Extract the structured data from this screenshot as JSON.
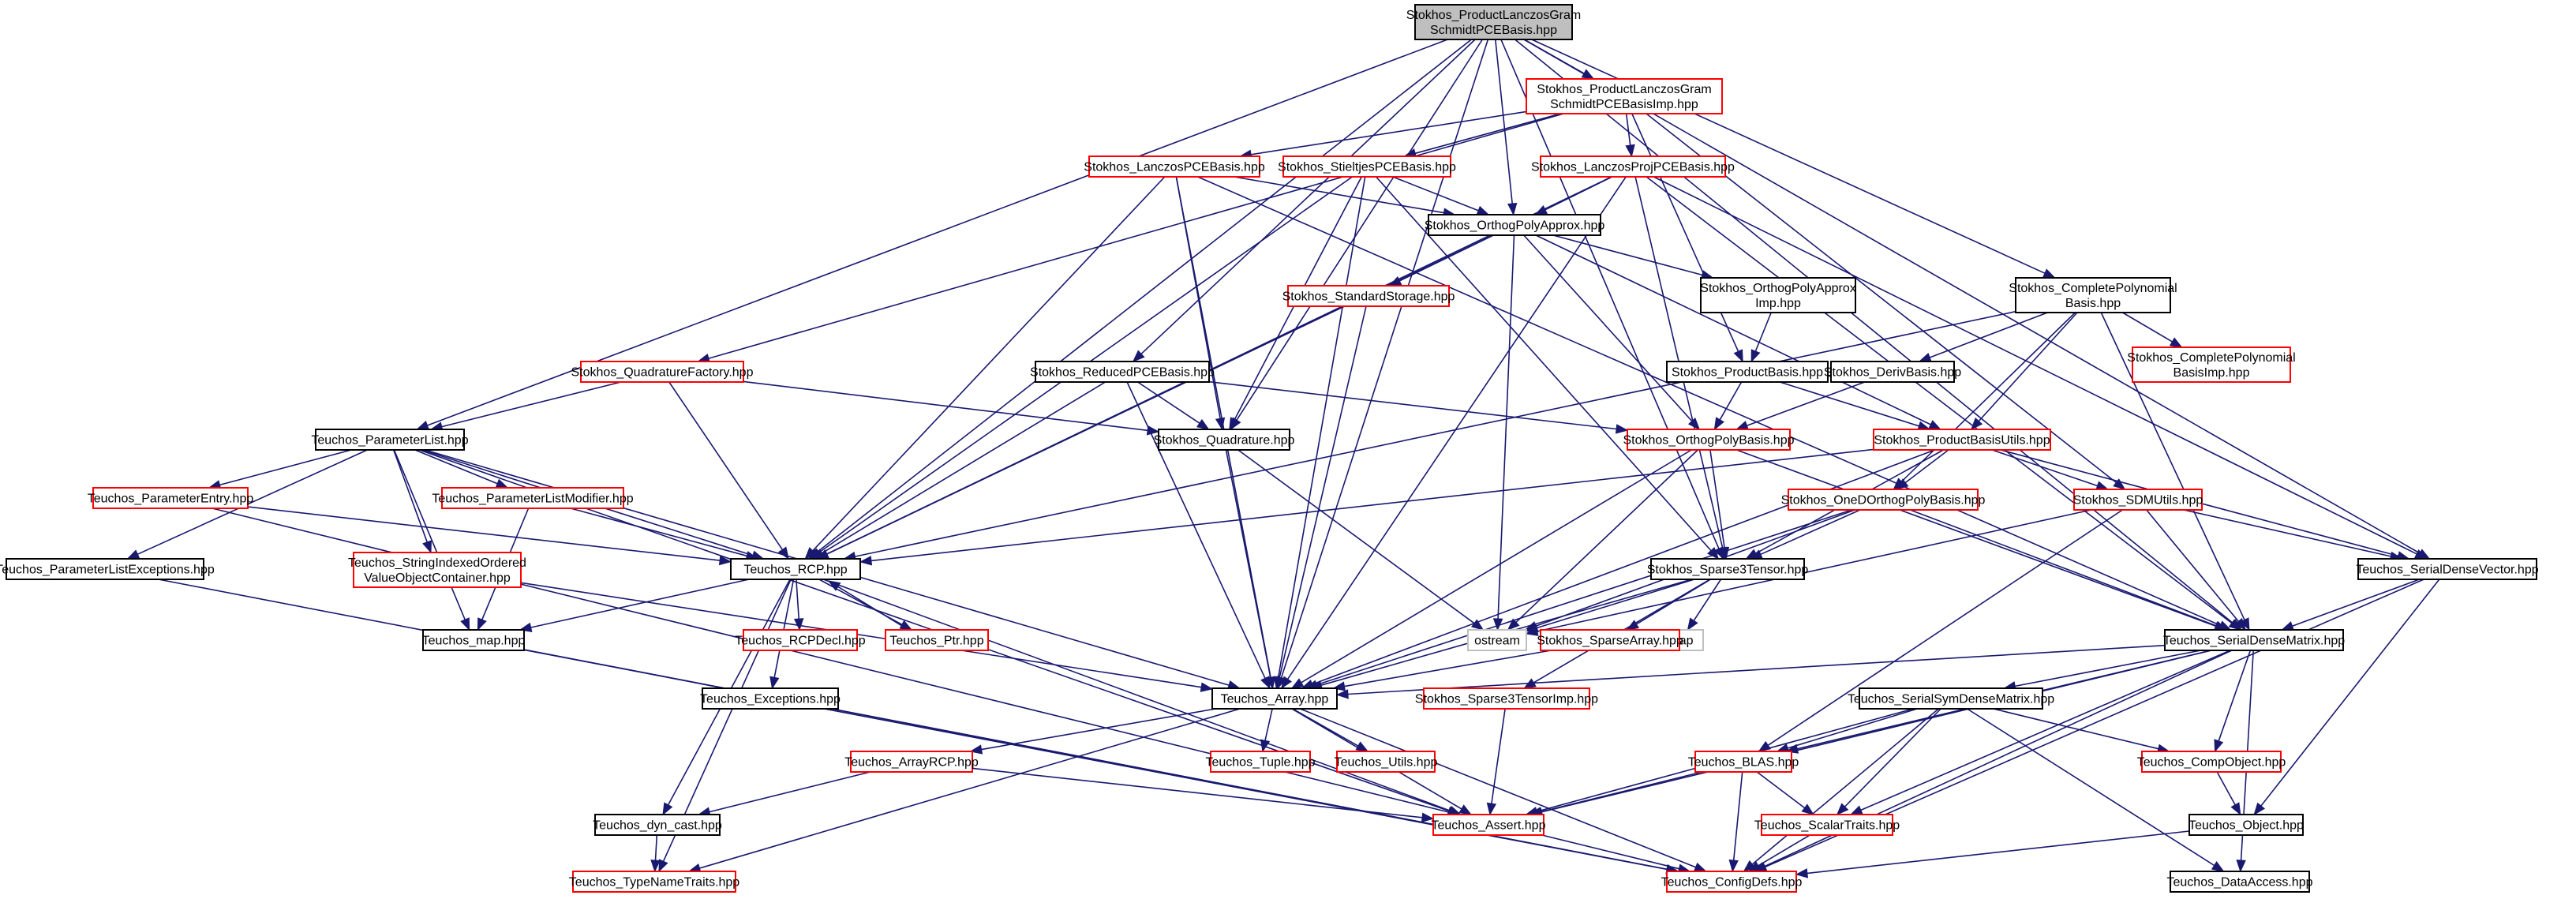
{
  "colors": {
    "edge": "#191970",
    "node_border_default": "#000000",
    "node_border_truncated": "#ff0000",
    "node_border_system": "#bfbfbf",
    "root_fill": "#bfbfbf"
  },
  "graph": {
    "nodes": [
      {
        "id": "root",
        "lines": [
          "Stokhos_ProductLanczosGram",
          "SchmidtPCEBasis.hpp"
        ],
        "kind": "root"
      },
      {
        "id": "imp",
        "lines": [
          "Stokhos_ProductLanczosGram",
          "SchmidtPCEBasisImp.hpp"
        ],
        "kind": "red"
      },
      {
        "id": "lanczosPCE",
        "lines": [
          "Stokhos_LanczosPCEBasis.hpp"
        ],
        "kind": "red"
      },
      {
        "id": "stieltjes",
        "lines": [
          "Stokhos_StieltjesPCEBasis.hpp"
        ],
        "kind": "red"
      },
      {
        "id": "lanczosProj",
        "lines": [
          "Stokhos_LanczosProjPCEBasis.hpp"
        ],
        "kind": "red"
      },
      {
        "id": "orthogApprox",
        "lines": [
          "Stokhos_OrthogPolyApprox.hpp"
        ],
        "kind": "black"
      },
      {
        "id": "stdStorage",
        "lines": [
          "Stokhos_StandardStorage.hpp"
        ],
        "kind": "red"
      },
      {
        "id": "orthogApproxImp",
        "lines": [
          "Stokhos_OrthogPolyApprox",
          "Imp.hpp"
        ],
        "kind": "black"
      },
      {
        "id": "completePoly",
        "lines": [
          "Stokhos_CompletePolynomial",
          "Basis.hpp"
        ],
        "kind": "black"
      },
      {
        "id": "completePolyImp",
        "lines": [
          "Stokhos_CompletePolynomial",
          "BasisImp.hpp"
        ],
        "kind": "red"
      },
      {
        "id": "quadFactory",
        "lines": [
          "Stokhos_QuadratureFactory.hpp"
        ],
        "kind": "red"
      },
      {
        "id": "reducedPCE",
        "lines": [
          "Stokhos_ReducedPCEBasis.hpp"
        ],
        "kind": "black"
      },
      {
        "id": "productBasis",
        "lines": [
          "Stokhos_ProductBasis.hpp"
        ],
        "kind": "black"
      },
      {
        "id": "derivBasis",
        "lines": [
          "Stokhos_DerivBasis.hpp"
        ],
        "kind": "black"
      },
      {
        "id": "paramList",
        "lines": [
          "Teuchos_ParameterList.hpp"
        ],
        "kind": "black"
      },
      {
        "id": "quadrature",
        "lines": [
          "Stokhos_Quadrature.hpp"
        ],
        "kind": "black"
      },
      {
        "id": "orthogPolyBasis",
        "lines": [
          "Stokhos_OrthogPolyBasis.hpp"
        ],
        "kind": "red"
      },
      {
        "id": "productBasisUtils",
        "lines": [
          "Stokhos_ProductBasisUtils.hpp"
        ],
        "kind": "red"
      },
      {
        "id": "paramEntry",
        "lines": [
          "Teuchos_ParameterEntry.hpp"
        ],
        "kind": "red"
      },
      {
        "id": "paramListMod",
        "lines": [
          "Teuchos_ParameterListModifier.hpp"
        ],
        "kind": "red"
      },
      {
        "id": "oneDOrthog",
        "lines": [
          "Stokhos_OneDOrthogPolyBasis.hpp"
        ],
        "kind": "red"
      },
      {
        "id": "sdmUtils",
        "lines": [
          "Stokhos_SDMUtils.hpp"
        ],
        "kind": "red"
      },
      {
        "id": "paramListExc",
        "lines": [
          "Teuchos_ParameterListExceptions.hpp"
        ],
        "kind": "black"
      },
      {
        "id": "stringIndexed",
        "lines": [
          "Teuchos_StringIndexedOrdered",
          "ValueObjectContainer.hpp"
        ],
        "kind": "red"
      },
      {
        "id": "rcp",
        "lines": [
          "Teuchos_RCP.hpp"
        ],
        "kind": "black"
      },
      {
        "id": "sparse3",
        "lines": [
          "Stokhos_Sparse3Tensor.hpp"
        ],
        "kind": "black"
      },
      {
        "id": "serialDenseVector",
        "lines": [
          "Teuchos_SerialDenseVector.hpp"
        ],
        "kind": "black"
      },
      {
        "id": "map",
        "lines": [
          "Teuchos_map.hpp"
        ],
        "kind": "black"
      },
      {
        "id": "rcpDecl",
        "lines": [
          "Teuchos_RCPDecl.hpp"
        ],
        "kind": "red"
      },
      {
        "id": "ptr",
        "lines": [
          "Teuchos_Ptr.hpp"
        ],
        "kind": "red"
      },
      {
        "id": "ostream",
        "lines": [
          "ostream"
        ],
        "kind": "gray"
      },
      {
        "id": "stdmap",
        "lines": [
          "map"
        ],
        "kind": "gray"
      },
      {
        "id": "sparseArray",
        "lines": [
          "Stokhos_SparseArray.hpp"
        ],
        "kind": "red"
      },
      {
        "id": "serialDenseMatrix",
        "lines": [
          "Teuchos_SerialDenseMatrix.hpp"
        ],
        "kind": "black"
      },
      {
        "id": "exceptions",
        "lines": [
          "Teuchos_Exceptions.hpp"
        ],
        "kind": "black"
      },
      {
        "id": "array",
        "lines": [
          "Teuchos_Array.hpp"
        ],
        "kind": "black"
      },
      {
        "id": "sparse3Imp",
        "lines": [
          "Stokhos_Sparse3TensorImp.hpp"
        ],
        "kind": "red"
      },
      {
        "id": "serialSym",
        "lines": [
          "Teuchos_SerialSymDenseMatrix.hpp"
        ],
        "kind": "black"
      },
      {
        "id": "arrayRCP",
        "lines": [
          "Teuchos_ArrayRCP.hpp"
        ],
        "kind": "red"
      },
      {
        "id": "tuple",
        "lines": [
          "Teuchos_Tuple.hpp"
        ],
        "kind": "red"
      },
      {
        "id": "utils",
        "lines": [
          "Teuchos_Utils.hpp"
        ],
        "kind": "red"
      },
      {
        "id": "blas",
        "lines": [
          "Teuchos_BLAS.hpp"
        ],
        "kind": "red"
      },
      {
        "id": "compObject",
        "lines": [
          "Teuchos_CompObject.hpp"
        ],
        "kind": "red"
      },
      {
        "id": "dynCast",
        "lines": [
          "Teuchos_dyn_cast.hpp"
        ],
        "kind": "black"
      },
      {
        "id": "assert",
        "lines": [
          "Teuchos_Assert.hpp"
        ],
        "kind": "red"
      },
      {
        "id": "scalarTraits",
        "lines": [
          "Teuchos_ScalarTraits.hpp"
        ],
        "kind": "red"
      },
      {
        "id": "object",
        "lines": [
          "Teuchos_Object.hpp"
        ],
        "kind": "black"
      },
      {
        "id": "typeNameTraits",
        "lines": [
          "Teuchos_TypeNameTraits.hpp"
        ],
        "kind": "red"
      },
      {
        "id": "configDefs",
        "lines": [
          "Teuchos_ConfigDefs.hpp"
        ],
        "kind": "red"
      },
      {
        "id": "dataAccess",
        "lines": [
          "Teuchos_DataAccess.hpp"
        ],
        "kind": "black"
      }
    ],
    "edges": [
      [
        "root",
        "imp"
      ],
      [
        "root",
        "orthogApprox"
      ],
      [
        "root",
        "completePoly"
      ],
      [
        "root",
        "reducedPCE"
      ],
      [
        "root",
        "paramList"
      ],
      [
        "root",
        "rcp"
      ],
      [
        "root",
        "array"
      ],
      [
        "root",
        "serialDenseVector"
      ],
      [
        "root",
        "serialDenseMatrix"
      ],
      [
        "root",
        "quadrature"
      ],
      [
        "root",
        "sparse3"
      ],
      [
        "imp",
        "lanczosPCE"
      ],
      [
        "imp",
        "stieltjes"
      ],
      [
        "imp",
        "lanczosProj"
      ],
      [
        "imp",
        "quadFactory"
      ],
      [
        "imp",
        "productBasis"
      ],
      [
        "imp",
        "sdmUtils"
      ],
      [
        "lanczosPCE",
        "orthogApprox"
      ],
      [
        "lanczosPCE",
        "rcp"
      ],
      [
        "lanczosPCE",
        "quadrature"
      ],
      [
        "lanczosPCE",
        "serialDenseMatrix"
      ],
      [
        "lanczosPCE",
        "array"
      ],
      [
        "stieltjes",
        "orthogApprox"
      ],
      [
        "stieltjes",
        "rcp"
      ],
      [
        "stieltjes",
        "quadrature"
      ],
      [
        "stieltjes",
        "sparse3"
      ],
      [
        "stieltjes",
        "array"
      ],
      [
        "lanczosProj",
        "orthogApprox"
      ],
      [
        "lanczosProj",
        "sparse3"
      ],
      [
        "lanczosProj",
        "rcp"
      ],
      [
        "lanczosProj",
        "serialDenseMatrix"
      ],
      [
        "lanczosProj",
        "serialDenseVector"
      ],
      [
        "lanczosProj",
        "array"
      ],
      [
        "orthogApprox",
        "stdStorage"
      ],
      [
        "orthogApprox",
        "orthogApproxImp"
      ],
      [
        "orthogApprox",
        "orthogPolyBasis"
      ],
      [
        "orthogApprox",
        "rcp"
      ],
      [
        "orthogApprox",
        "ostream"
      ],
      [
        "orthogApprox",
        "productBasisUtils"
      ],
      [
        "stdStorage",
        "array"
      ],
      [
        "orthogApproxImp",
        "productBasis"
      ],
      [
        "completePoly",
        "completePolyImp"
      ],
      [
        "completePoly",
        "productBasisUtils"
      ],
      [
        "completePoly",
        "derivBasis"
      ],
      [
        "completePoly",
        "oneDOrthog"
      ],
      [
        "completePoly",
        "rcp"
      ],
      [
        "completePoly",
        "serialDenseMatrix"
      ],
      [
        "quadFactory",
        "paramList"
      ],
      [
        "quadFactory",
        "quadrature"
      ],
      [
        "quadFactory",
        "rcp"
      ],
      [
        "reducedPCE",
        "quadrature"
      ],
      [
        "reducedPCE",
        "orthogPolyBasis"
      ],
      [
        "reducedPCE",
        "rcp"
      ],
      [
        "reducedPCE",
        "array"
      ],
      [
        "productBasis",
        "orthogPolyBasis"
      ],
      [
        "productBasis",
        "productBasisUtils"
      ],
      [
        "derivBasis",
        "orthogPolyBasis"
      ],
      [
        "paramList",
        "paramEntry"
      ],
      [
        "paramList",
        "paramListMod"
      ],
      [
        "paramList",
        "paramListExc"
      ],
      [
        "paramList",
        "stringIndexed"
      ],
      [
        "paramList",
        "rcp"
      ],
      [
        "paramList",
        "map"
      ],
      [
        "paramList",
        "array"
      ],
      [
        "paramList",
        "assert"
      ],
      [
        "quadrature",
        "array"
      ],
      [
        "quadrature",
        "ostream"
      ],
      [
        "orthogPolyBasis",
        "sparse3"
      ],
      [
        "orthogPolyBasis",
        "ostream"
      ],
      [
        "orthogPolyBasis",
        "array"
      ],
      [
        "orthogPolyBasis",
        "serialDenseMatrix"
      ],
      [
        "productBasisUtils",
        "oneDOrthog"
      ],
      [
        "productBasisUtils",
        "sparse3"
      ],
      [
        "productBasisUtils",
        "sdmUtils"
      ],
      [
        "productBasisUtils",
        "serialDenseVector"
      ],
      [
        "productBasisUtils",
        "rcp"
      ],
      [
        "productBasisUtils",
        "array"
      ],
      [
        "paramEntry",
        "rcp"
      ],
      [
        "paramEntry",
        "configDefs"
      ],
      [
        "paramListMod",
        "rcp"
      ],
      [
        "paramListMod",
        "map"
      ],
      [
        "oneDOrthog",
        "sparse3"
      ],
      [
        "oneDOrthog",
        "serialDenseMatrix"
      ],
      [
        "oneDOrthog",
        "ostream"
      ],
      [
        "oneDOrthog",
        "array"
      ],
      [
        "sdmUtils",
        "serialDenseMatrix"
      ],
      [
        "sdmUtils",
        "serialDenseVector"
      ],
      [
        "sdmUtils",
        "ostream"
      ],
      [
        "sdmUtils",
        "blas"
      ],
      [
        "paramListExc",
        "configDefs"
      ],
      [
        "stringIndexed",
        "array"
      ],
      [
        "rcp",
        "rcpDecl"
      ],
      [
        "rcp",
        "ptr"
      ],
      [
        "rcp",
        "exceptions"
      ],
      [
        "rcp",
        "dynCast"
      ],
      [
        "rcp",
        "map"
      ],
      [
        "rcp",
        "typeNameTraits"
      ],
      [
        "rcp",
        "assert"
      ],
      [
        "ptr",
        "rcp"
      ],
      [
        "sparse3",
        "ostream"
      ],
      [
        "sparse3",
        "stdmap"
      ],
      [
        "sparse3",
        "sparseArray"
      ],
      [
        "sparse3",
        "sparse3Imp"
      ],
      [
        "sparse3",
        "array"
      ],
      [
        "serialDenseVector",
        "serialDenseMatrix"
      ],
      [
        "serialDenseVector",
        "object"
      ],
      [
        "serialDenseVector",
        "configDefs"
      ],
      [
        "map",
        "configDefs"
      ],
      [
        "sparseArray",
        "array"
      ],
      [
        "sparse3Imp",
        "assert"
      ],
      [
        "serialDenseMatrix",
        "serialSym"
      ],
      [
        "serialDenseMatrix",
        "compObject"
      ],
      [
        "serialDenseMatrix",
        "blas"
      ],
      [
        "serialDenseMatrix",
        "scalarTraits"
      ],
      [
        "serialDenseMatrix",
        "dataAccess"
      ],
      [
        "serialDenseMatrix",
        "configDefs"
      ],
      [
        "serialDenseMatrix",
        "array"
      ],
      [
        "serialDenseMatrix",
        "assert"
      ],
      [
        "exceptions",
        "configDefs"
      ],
      [
        "array",
        "arrayRCP"
      ],
      [
        "array",
        "tuple"
      ],
      [
        "array",
        "utils"
      ],
      [
        "array",
        "assert"
      ],
      [
        "array",
        "typeNameTraits"
      ],
      [
        "array",
        "configDefs"
      ],
      [
        "serialSym",
        "compObject"
      ],
      [
        "serialSym",
        "blas"
      ],
      [
        "serialSym",
        "scalarTraits"
      ],
      [
        "serialSym",
        "dataAccess"
      ],
      [
        "serialSym",
        "configDefs"
      ],
      [
        "serialSym",
        "assert"
      ],
      [
        "arrayRCP",
        "dynCast"
      ],
      [
        "arrayRCP",
        "assert"
      ],
      [
        "blas",
        "scalarTraits"
      ],
      [
        "blas",
        "assert"
      ],
      [
        "blas",
        "configDefs"
      ],
      [
        "compObject",
        "object"
      ],
      [
        "dynCast",
        "typeNameTraits"
      ],
      [
        "scalarTraits",
        "configDefs"
      ],
      [
        "object",
        "configDefs"
      ]
    ]
  }
}
